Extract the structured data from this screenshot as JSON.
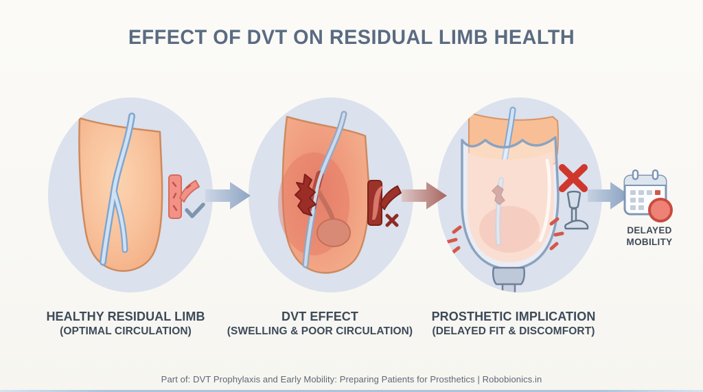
{
  "title": "EFFECT OF DVT ON RESIDUAL LIMB HEALTH",
  "stages": [
    {
      "label": "HEALTHY RESIDUAL LIMB",
      "sublabel": "(OPTIMAL CIRCULATION)",
      "illustration": "healthy-residual-limb-with-clear-vein",
      "badge_icon": "healthy-vein-check-icon"
    },
    {
      "label": "DVT EFFECT",
      "sublabel": "(SWELLING & POOR CIRCULATION)",
      "illustration": "swollen-limb-with-clot-and-bulge",
      "badge_icon": "blocked-vein-cross-icon"
    },
    {
      "label": "PROSTHETIC IMPLICATION",
      "sublabel": "(DELAYED FIT & DISCOMFORT)",
      "illustration": "limb-in-prosthetic-socket-with-pressure-marks",
      "badge_icon": "prosthesis-not-allowed-icon"
    }
  ],
  "arrows": [
    {
      "name": "arrow-healthy-to-dvt",
      "style": "blue"
    },
    {
      "name": "arrow-dvt-to-prosthetic",
      "style": "red"
    },
    {
      "name": "arrow-prosthetic-to-outcome",
      "style": "blue"
    }
  ],
  "outcome": {
    "icon": "delayed-calendar-icon",
    "line1": "DELAYED",
    "line2": "MOBILITY"
  },
  "footer": "Part of: DVT Prophylaxis and Early Mobility: Preparing Patients for Prosthetics | Robobionics.in",
  "colors": {
    "background": "#f9f8f4",
    "panel_circle": "#dbe1ed",
    "title_text": "#5a6b82",
    "label_text": "#3d4a58",
    "footer_text": "#5c6875",
    "healthy_skin": "#f8c29c",
    "swollen_skin": "#f09d7e",
    "vein_blue": "#a9c7e6",
    "clot_red": "#9c2d26",
    "alert_red": "#cf372d",
    "arrow_blue": "#8fa5c4",
    "arrow_red": "#a96560",
    "bottom_line": "#a9c4e0"
  }
}
